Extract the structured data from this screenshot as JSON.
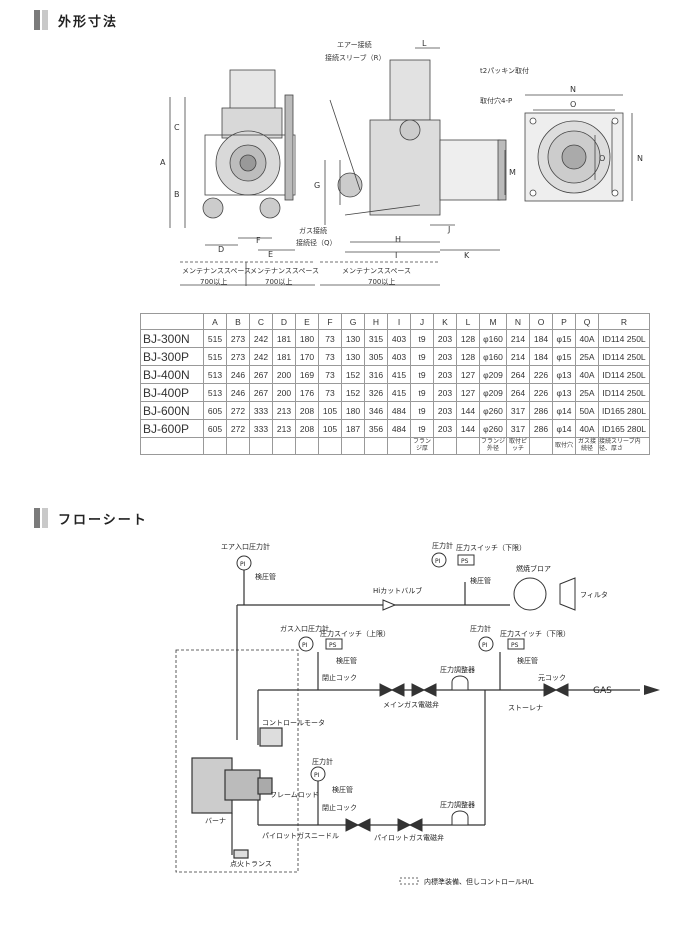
{
  "sections": {
    "dimensions_title": "外形寸法",
    "flow_title": "フローシート"
  },
  "dimension_drawing": {
    "labels": {
      "air_conn": "エアー接続",
      "sleeve": "接続スリーブ（R）",
      "gasket": "t2パッキン取付",
      "mount_hole": "取付穴4-P",
      "gas_conn": "ガス接続",
      "conn_dia": "接続径（Q）",
      "maint_space": "メンテナンススペース",
      "over700": "700以上"
    },
    "letters": [
      "A",
      "B",
      "C",
      "D",
      "E",
      "F",
      "G",
      "H",
      "I",
      "J",
      "K",
      "L",
      "M",
      "N",
      "O"
    ]
  },
  "table": {
    "headers": [
      "A",
      "B",
      "C",
      "D",
      "E",
      "F",
      "G",
      "H",
      "I",
      "J",
      "K",
      "L",
      "M",
      "N",
      "O",
      "P",
      "Q",
      "R"
    ],
    "rows": [
      [
        "BJ-300N",
        "515",
        "273",
        "242",
        "181",
        "180",
        "73",
        "130",
        "315",
        "403",
        "t9",
        "203",
        "128",
        "φ160",
        "214",
        "184",
        "φ15",
        "40A",
        "ID114 250L"
      ],
      [
        "BJ-300P",
        "515",
        "273",
        "242",
        "181",
        "170",
        "73",
        "130",
        "305",
        "403",
        "t9",
        "203",
        "128",
        "φ160",
        "214",
        "184",
        "φ15",
        "25A",
        "ID114 250L"
      ],
      [
        "BJ-400N",
        "513",
        "246",
        "267",
        "200",
        "169",
        "73",
        "152",
        "316",
        "415",
        "t9",
        "203",
        "127",
        "φ209",
        "264",
        "226",
        "φ13",
        "40A",
        "ID114 250L"
      ],
      [
        "BJ-400P",
        "513",
        "246",
        "267",
        "200",
        "176",
        "73",
        "152",
        "326",
        "415",
        "t9",
        "203",
        "127",
        "φ209",
        "264",
        "226",
        "φ13",
        "25A",
        "ID114 250L"
      ],
      [
        "BJ-600N",
        "605",
        "272",
        "333",
        "213",
        "208",
        "105",
        "180",
        "346",
        "484",
        "t9",
        "203",
        "144",
        "φ260",
        "317",
        "286",
        "φ14",
        "50A",
        "ID165 280L"
      ],
      [
        "BJ-600P",
        "605",
        "272",
        "333",
        "213",
        "208",
        "105",
        "187",
        "356",
        "484",
        "t9",
        "203",
        "144",
        "φ260",
        "317",
        "286",
        "φ14",
        "40A",
        "ID165 280L"
      ]
    ],
    "notes": {
      "J": "フランジ厚",
      "M": "フランジ外径",
      "N": "取付ピッチ",
      "P": "取付穴",
      "Q": "ガス接続径",
      "R": "接続スリーブ内径、厚さ"
    }
  },
  "flow": {
    "air_pressure_gauge": "エア入口圧力計",
    "pi": "PI",
    "ps": "PS",
    "to_sensor": "検圧管",
    "gauge": "圧力計",
    "gas_switch_low": "圧力スイッチ（下限）",
    "gas_switch_high": "圧力スイッチ（上限）",
    "gas_inlet_gauge": "ガス入口圧力計",
    "blower": "燃焼ブロア",
    "filter": "フィルタ",
    "hi_cut_valve": "Hiカットバルブ",
    "shutoff_cock": "閉止コック",
    "regulator": "圧力調整器",
    "main_solenoid": "メインガス電磁弁",
    "strainer": "ストーレナ",
    "main_cock": "元コック",
    "gas": "GAS",
    "control_motor": "コントロールモータ",
    "burner": "バーナ",
    "flame_rod": "フレームロッド",
    "pilot_needle": "パイロットガスニードル",
    "pilot_solenoid": "パイロットガス電磁弁",
    "igniter": "点火トランス",
    "legend": "内標準装備、但しコントロールH/L"
  }
}
